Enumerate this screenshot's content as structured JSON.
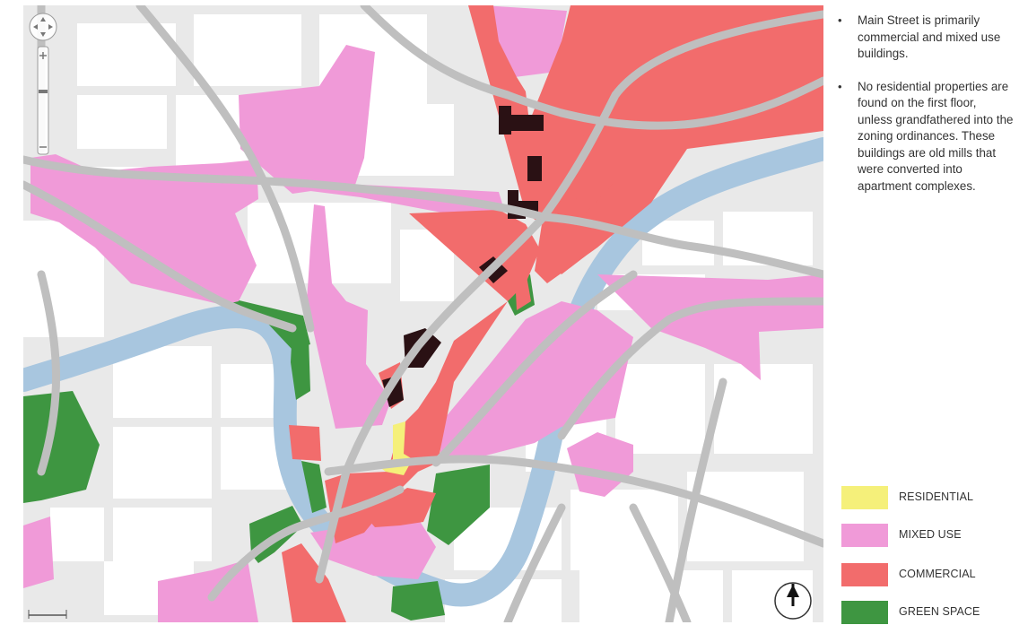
{
  "notes": [
    {
      "text": "Main Street is primarily commercial and mixed use buildings."
    },
    {
      "text": "No residential properties are found on the first floor, unless grandfathered into the zoning ordinances. These buildings are old mills that were converted into apartment complexes."
    }
  ],
  "legend": [
    {
      "label": "RESIDENTIAL",
      "color": "#f5f07a"
    },
    {
      "label": "MIXED USE",
      "color": "#f09ad8"
    },
    {
      "label": "COMMERCIAL",
      "color": "#f26c6c"
    },
    {
      "label": "GREEN SPACE",
      "color": "#3e9641"
    }
  ],
  "map_colors": {
    "base": "#e9e9e9",
    "block": "#ffffff",
    "road": "#bfbfbf",
    "river": "#a8c6df",
    "mill": "#2a1114"
  },
  "map_controls": {
    "pan_icon": "compass-pan-icon",
    "zoom_icon": "zoom-slider-icon",
    "north_icon": "north-arrow-icon"
  }
}
